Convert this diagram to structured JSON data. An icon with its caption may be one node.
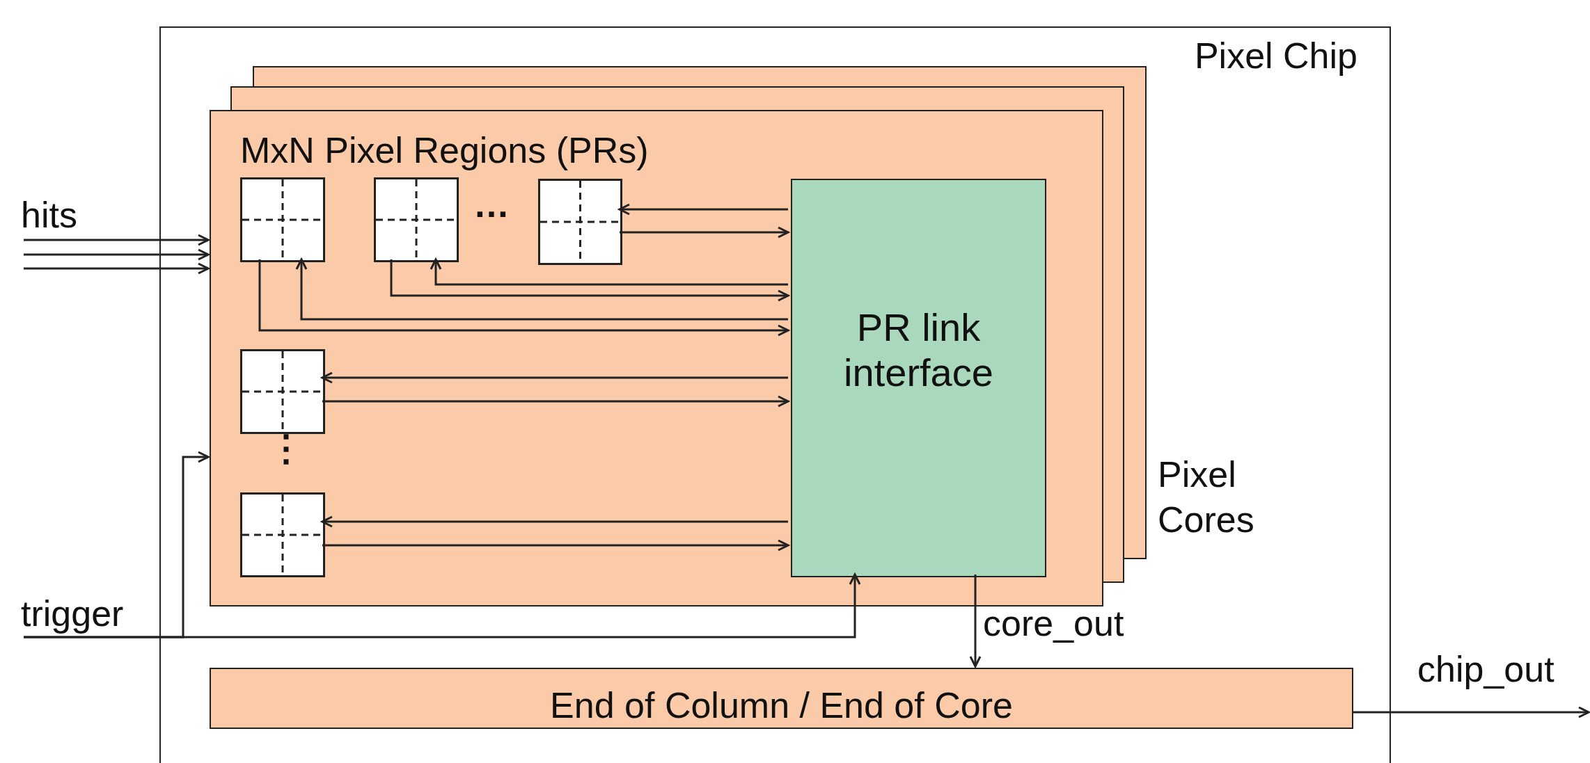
{
  "diagram": {
    "nodes": [
      {
        "text": [
          "Pixel Chip"
        ]
      },
      {
        "text": [
          "MxN Pixel Regions (PRs)"
        ],
        "in": 0,
        "beside": [
          "Pixel Cores"
        ]
      },
      {
        "text": [],
        "shape": "box",
        "in": 1
      },
      {
        "text": [],
        "shape": "box",
        "in": 1
      },
      {
        "text": [],
        "shape": "box",
        "in": 1
      },
      {
        "text": [],
        "shape": "box",
        "in": 1
      },
      {
        "text": [],
        "shape": "box",
        "in": 1
      },
      {
        "text": [
          "PR link interface"
        ],
        "in": 1
      },
      {
        "text": [
          "End of Column / End of Core"
        ],
        "in": 0
      },
      {
        "text": [
          "hits"
        ]
      },
      {
        "text": [
          "trigger"
        ]
      }
    ],
    "edges": [
      {
        "from": 9,
        "to": 1,
        "arrow": "to"
      },
      {
        "from": 9,
        "to": 1,
        "arrow": "to"
      },
      {
        "from": 9,
        "to": 1,
        "arrow": "to"
      },
      {
        "from": 10,
        "to": 1,
        "arrow": "to"
      },
      {
        "from": 10,
        "to": 7,
        "arrow": "to"
      },
      {
        "from": 7,
        "to": 4,
        "arrow": "to"
      },
      {
        "from": 4,
        "to": 7,
        "arrow": "to"
      },
      {
        "from": 3,
        "to": 7,
        "arrow": "to"
      },
      {
        "from": 7,
        "to": 3,
        "arrow": "to"
      },
      {
        "from": 2,
        "to": 7,
        "arrow": "to"
      },
      {
        "from": 7,
        "to": 2,
        "arrow": "to"
      },
      {
        "from": 7,
        "to": 5,
        "arrow": "to"
      },
      {
        "from": 5,
        "to": 7,
        "arrow": "to"
      },
      {
        "from": 7,
        "to": 6,
        "arrow": "to"
      },
      {
        "from": 6,
        "to": 7,
        "arrow": "to"
      },
      {
        "from": 7,
        "to": 8,
        "arrow": "to",
        "label": "core_out"
      },
      {
        "from": 8,
        "to": null,
        "arrow": "to",
        "label": "chip_out"
      }
    ],
    "labels": [
      "…",
      "⋮"
    ]
  }
}
